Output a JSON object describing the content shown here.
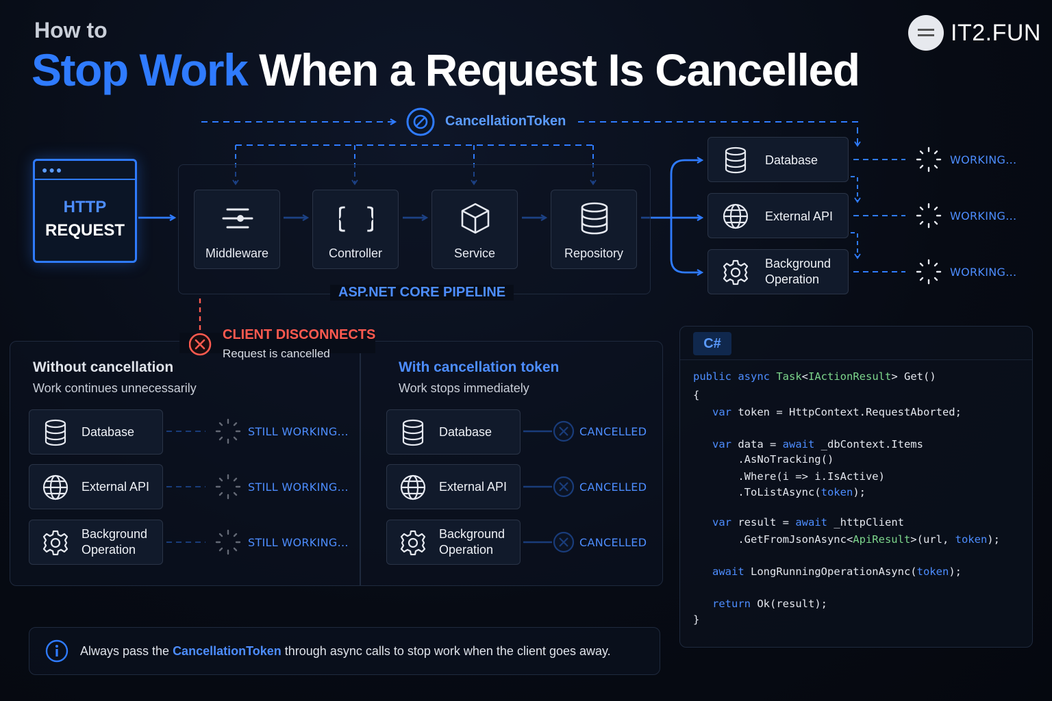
{
  "header": {
    "eyebrow": "How to",
    "title_highlight": "Stop Work",
    "title_rest": "When a Request Is Cancelled"
  },
  "brand": {
    "name": "IT2.FUN"
  },
  "token": {
    "label": "CancellationToken",
    "icon": "cancel-circle-icon"
  },
  "request": {
    "line1": "HTTP",
    "line2": "REQUEST",
    "icon": "browser-window-icon"
  },
  "pipeline": {
    "label": "ASP.NET CORE PIPELINE",
    "stages": [
      {
        "label": "Middleware",
        "icon": "sliders-icon"
      },
      {
        "label": "Controller",
        "icon": "braces-icon"
      },
      {
        "label": "Service",
        "icon": "cube-icon"
      },
      {
        "label": "Repository",
        "icon": "database-icon"
      }
    ]
  },
  "resources": [
    {
      "label": "Database",
      "label2": "",
      "icon": "database-icon",
      "status": "WORKING..."
    },
    {
      "label": "External API",
      "label2": "",
      "icon": "globe-icon",
      "status": "WORKING..."
    },
    {
      "label": "Background",
      "label2": "Operation",
      "icon": "gear-icon",
      "status": "WORKING..."
    }
  ],
  "disconnect": {
    "title": "CLIENT DISCONNECTS",
    "subtitle": "Request is cancelled",
    "icon": "x-circle-icon"
  },
  "comparison": {
    "without": {
      "title": "Without cancellation",
      "subtitle": "Work continues unnecessarily",
      "items": [
        {
          "label": "Database",
          "label2": "",
          "icon": "database-icon",
          "status": "STILL WORKING..."
        },
        {
          "label": "External API",
          "label2": "",
          "icon": "globe-icon",
          "status": "STILL WORKING..."
        },
        {
          "label": "Background",
          "label2": "Operation",
          "icon": "gear-icon",
          "status": "STILL WORKING..."
        }
      ]
    },
    "with": {
      "title": "With cancellation token",
      "subtitle": "Work stops immediately",
      "items": [
        {
          "label": "Database",
          "label2": "",
          "icon": "database-icon",
          "status": "CANCELLED"
        },
        {
          "label": "External API",
          "label2": "",
          "icon": "globe-icon",
          "status": "CANCELLED"
        },
        {
          "label": "Background",
          "label2": "Operation",
          "icon": "gear-icon",
          "status": "CANCELLED"
        }
      ]
    }
  },
  "code": {
    "language": "C#",
    "lines": [
      [
        [
          "kw",
          "public "
        ],
        [
          "kw",
          "async "
        ],
        [
          "ty",
          "Task"
        ],
        [
          "p",
          "<"
        ],
        [
          "ty",
          "IActionResult"
        ],
        [
          "p",
          "> Get()"
        ]
      ],
      [
        [
          "p",
          "{"
        ]
      ],
      [
        [
          "kw",
          "   var "
        ],
        [
          "p",
          "token = HttpContext.RequestAborted;"
        ]
      ],
      [
        [
          "p",
          ""
        ]
      ],
      [
        [
          "kw",
          "   var "
        ],
        [
          "p",
          "data = "
        ],
        [
          "kw",
          "await "
        ],
        [
          "p",
          "_dbContext.Items"
        ]
      ],
      [
        [
          "p",
          "       .AsNoTracking()"
        ]
      ],
      [
        [
          "p",
          "       .Where(i => i.IsActive)"
        ]
      ],
      [
        [
          "p",
          "       .ToListAsync("
        ],
        [
          "kw",
          "token"
        ],
        [
          "p",
          ");"
        ]
      ],
      [
        [
          "p",
          ""
        ]
      ],
      [
        [
          "kw",
          "   var "
        ],
        [
          "p",
          "result = "
        ],
        [
          "kw",
          "await "
        ],
        [
          "p",
          "_httpClient"
        ]
      ],
      [
        [
          "p",
          "       .GetFromJsonAsync<"
        ],
        [
          "ty",
          "ApiResult"
        ],
        [
          "p",
          ">(url, "
        ],
        [
          "kw",
          "token"
        ],
        [
          "p",
          ");"
        ]
      ],
      [
        [
          "p",
          ""
        ]
      ],
      [
        [
          "kw",
          "   await "
        ],
        [
          "p",
          "LongRunningOperationAsync("
        ],
        [
          "kw",
          "token"
        ],
        [
          "p",
          ");"
        ]
      ],
      [
        [
          "p",
          ""
        ]
      ],
      [
        [
          "kw",
          "   return "
        ],
        [
          "p",
          "Ok(result);"
        ]
      ],
      [
        [
          "p",
          "}"
        ]
      ]
    ]
  },
  "tip": {
    "icon": "info-icon",
    "before": "Always pass the ",
    "highlight": "CancellationToken",
    "after": " through async calls to stop work when the client goes away."
  },
  "colors": {
    "accent": "#2f7bff",
    "danger": "#ff5a4f",
    "background": "#070b14"
  }
}
